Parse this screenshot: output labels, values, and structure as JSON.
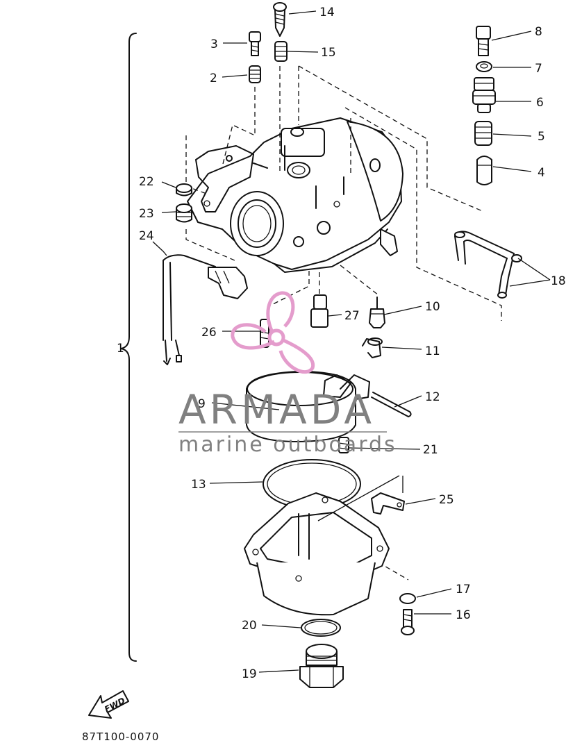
{
  "diagram": {
    "drawing_code": "87T100-0070",
    "direction_label": "FWD",
    "callouts": [
      "1",
      "2",
      "3",
      "4",
      "5",
      "6",
      "7",
      "8",
      "9",
      "10",
      "11",
      "12",
      "13",
      "14",
      "15",
      "16",
      "17",
      "18",
      "19",
      "20",
      "21",
      "22",
      "23",
      "24",
      "25",
      "26",
      "27"
    ]
  },
  "watermark": {
    "brand": "ARMADA",
    "tagline": "marine outboards",
    "brand_color": "#808080",
    "logo_color": "#e49ccc"
  }
}
